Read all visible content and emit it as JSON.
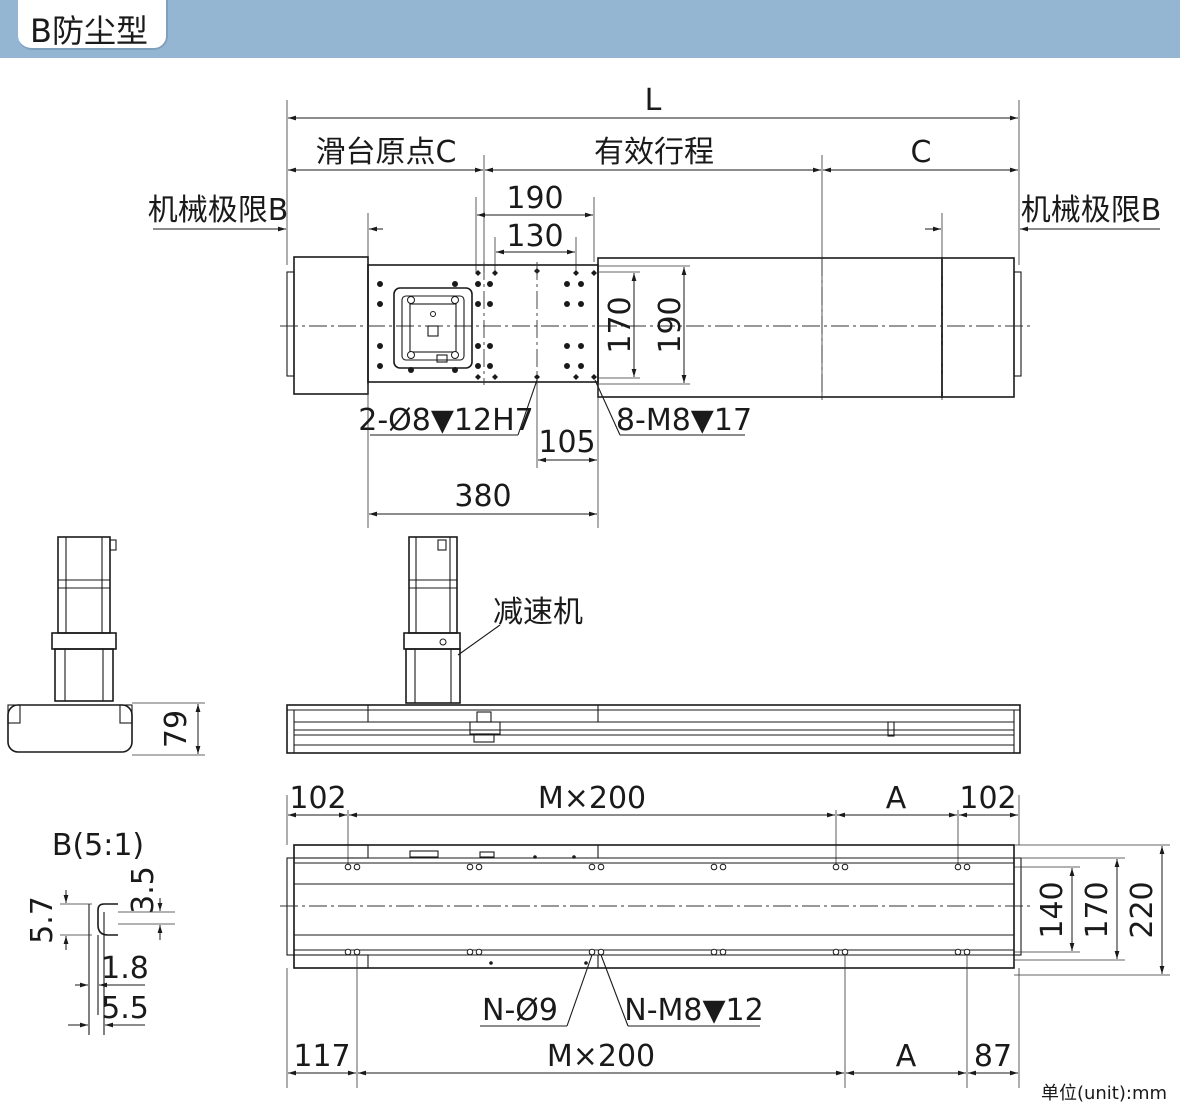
{
  "header": {
    "title": "B防尘型"
  },
  "top_view": {
    "dim_total": "L",
    "dim_origin": "滑台原点C",
    "dim_stroke": "有效行程",
    "dim_c": "C",
    "mech_limit_left": "机械极限B",
    "mech_limit_right": "机械极限B",
    "dim_190_top": "190",
    "dim_130": "130",
    "dim_170": "170",
    "dim_190_side": "190",
    "pin_holes": "2-Ø8▼12H7",
    "tap_holes": "8-M8▼17",
    "dim_105": "105",
    "dim_380": "380"
  },
  "side_view": {
    "dim_79": "79",
    "reducer_label": "减速机"
  },
  "bottom_view": {
    "dim_102_left": "102",
    "dim_m200_top": "M×200",
    "dim_a_top": "A",
    "dim_102_right": "102",
    "dim_140": "140",
    "dim_170": "170",
    "dim_220": "220",
    "through_holes": "N-Ø9",
    "tap_holes": "N-M8▼12",
    "dim_117": "117",
    "dim_m200_bottom": "M×200",
    "dim_a_bottom": "A",
    "dim_87": "87"
  },
  "detail_b": {
    "title": "B(5:1)",
    "dim_5_7": "5.7",
    "dim_3_5": "3.5",
    "dim_1_8": "1.8",
    "dim_5_5": "5.5"
  },
  "unit_note": "单位(unit):mm"
}
